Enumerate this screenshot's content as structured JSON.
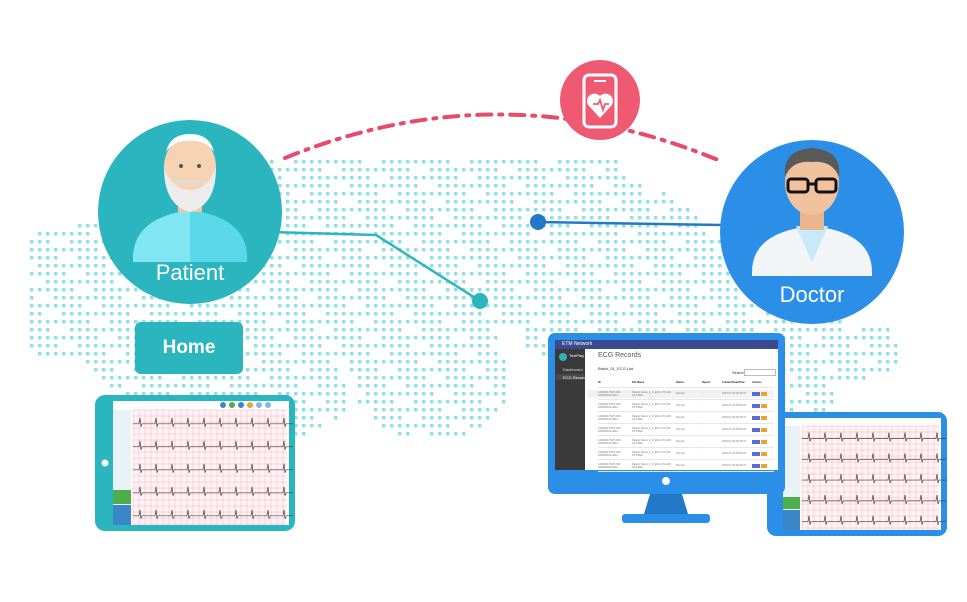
{
  "patient": {
    "label": "Patient"
  },
  "doctor": {
    "label": "Doctor"
  },
  "home": {
    "label": "Home"
  },
  "monitor": {
    "app_title": "ETM Network",
    "user_name": "TestPlay",
    "sidebar_items": [
      "Dashboard",
      "ECG Records"
    ],
    "page_title": "ECG Records",
    "section_title": "Batch_01_ECG List",
    "search_label": "Search:",
    "columns": [
      "ID",
      "File Name",
      "Status",
      "Report",
      "Created Date/Time",
      "Actions"
    ],
    "rows": [
      [
        "1230150-TSFT-000 1000060A5-3014",
        "Patient Name_1_0_ECG 170-140 10.0.BSC",
        "Normal",
        "-",
        "2019-07-05 09:49:37"
      ],
      [
        "1230150-TSFT-000 1000060A5-3014",
        "Patient Name_1_0_ECG 170-140 10.0.BSC",
        "Normal",
        "-",
        "2019-07-05 09:49:37"
      ],
      [
        "1230150-TSFT-000 1000060A5-3014",
        "Patient Name_1_0_ECG 170-140 10.0.BSC",
        "Normal",
        "-",
        "2019-07-05 09:49:37"
      ],
      [
        "1230150-TSFT-000 1000060A5-3014",
        "Patient Name_1_0_ECG 170-140 10.0.BSC",
        "Normal",
        "-",
        "2019-07-05 09:49:37"
      ],
      [
        "1230150-TSFT-000 1000060A5-3014",
        "Patient Name_1_0_ECG 170-140 10.0.BSC",
        "Normal",
        "-",
        "2019-07-05 09:49:37"
      ],
      [
        "1230150-TSFT-000 1000060A5-3014",
        "Patient Name_1_0_ECG 170-140 10.0.BSC",
        "Normal",
        "-",
        "2019-07-05 09:49:37"
      ],
      [
        "1230150-TSFT-000 1000060A5-3014",
        "Patient Name_1_0_ECG 170-140 10.0.BSC",
        "Normal",
        "-",
        "2019-07-05 09:49:37"
      ]
    ]
  },
  "colors": {
    "teal": "#2bb5bf",
    "blue": "#2b8fe8",
    "map_dots": "#8fe0ea",
    "dashed_arc": "#e84a6a",
    "phone_circle": "#ef5a73",
    "ecg_grid": "#f4a3b4"
  },
  "icons": [
    "patient-avatar-icon",
    "doctor-avatar-icon",
    "heart-phone-icon"
  ]
}
